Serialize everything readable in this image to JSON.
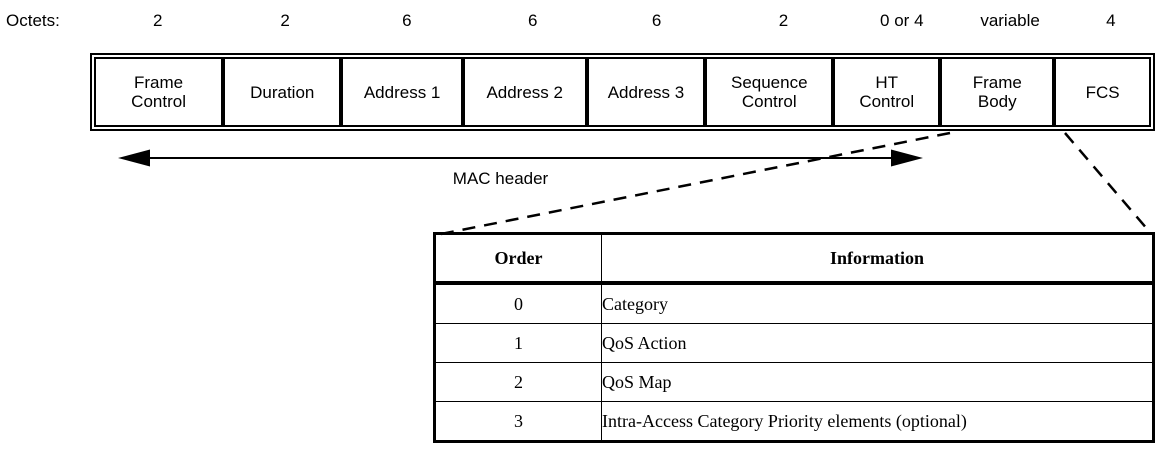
{
  "octets_label": "Octets:",
  "frame": {
    "fields": [
      {
        "octets": "2",
        "label": "Frame Control"
      },
      {
        "octets": "2",
        "label": "Duration"
      },
      {
        "octets": "6",
        "label": "Address 1"
      },
      {
        "octets": "6",
        "label": "Address 2"
      },
      {
        "octets": "6",
        "label": "Address 3"
      },
      {
        "octets": "2",
        "label": "Sequence Control"
      },
      {
        "octets": "0 or 4",
        "label": "HT Control"
      },
      {
        "octets": "variable",
        "label": "Frame Body"
      },
      {
        "octets": "4",
        "label": "FCS"
      }
    ]
  },
  "mac_header_label": "MAC header",
  "table": {
    "headers": {
      "order": "Order",
      "information": "Information"
    },
    "rows": [
      {
        "order": "0",
        "information": "Category"
      },
      {
        "order": "1",
        "information": "QoS Action"
      },
      {
        "order": "2",
        "information": "QoS Map"
      },
      {
        "order": "3",
        "information": "Intra-Access Category Priority elements (optional)"
      }
    ]
  },
  "colors": {
    "ink": "#000000",
    "background": "#ffffff"
  }
}
